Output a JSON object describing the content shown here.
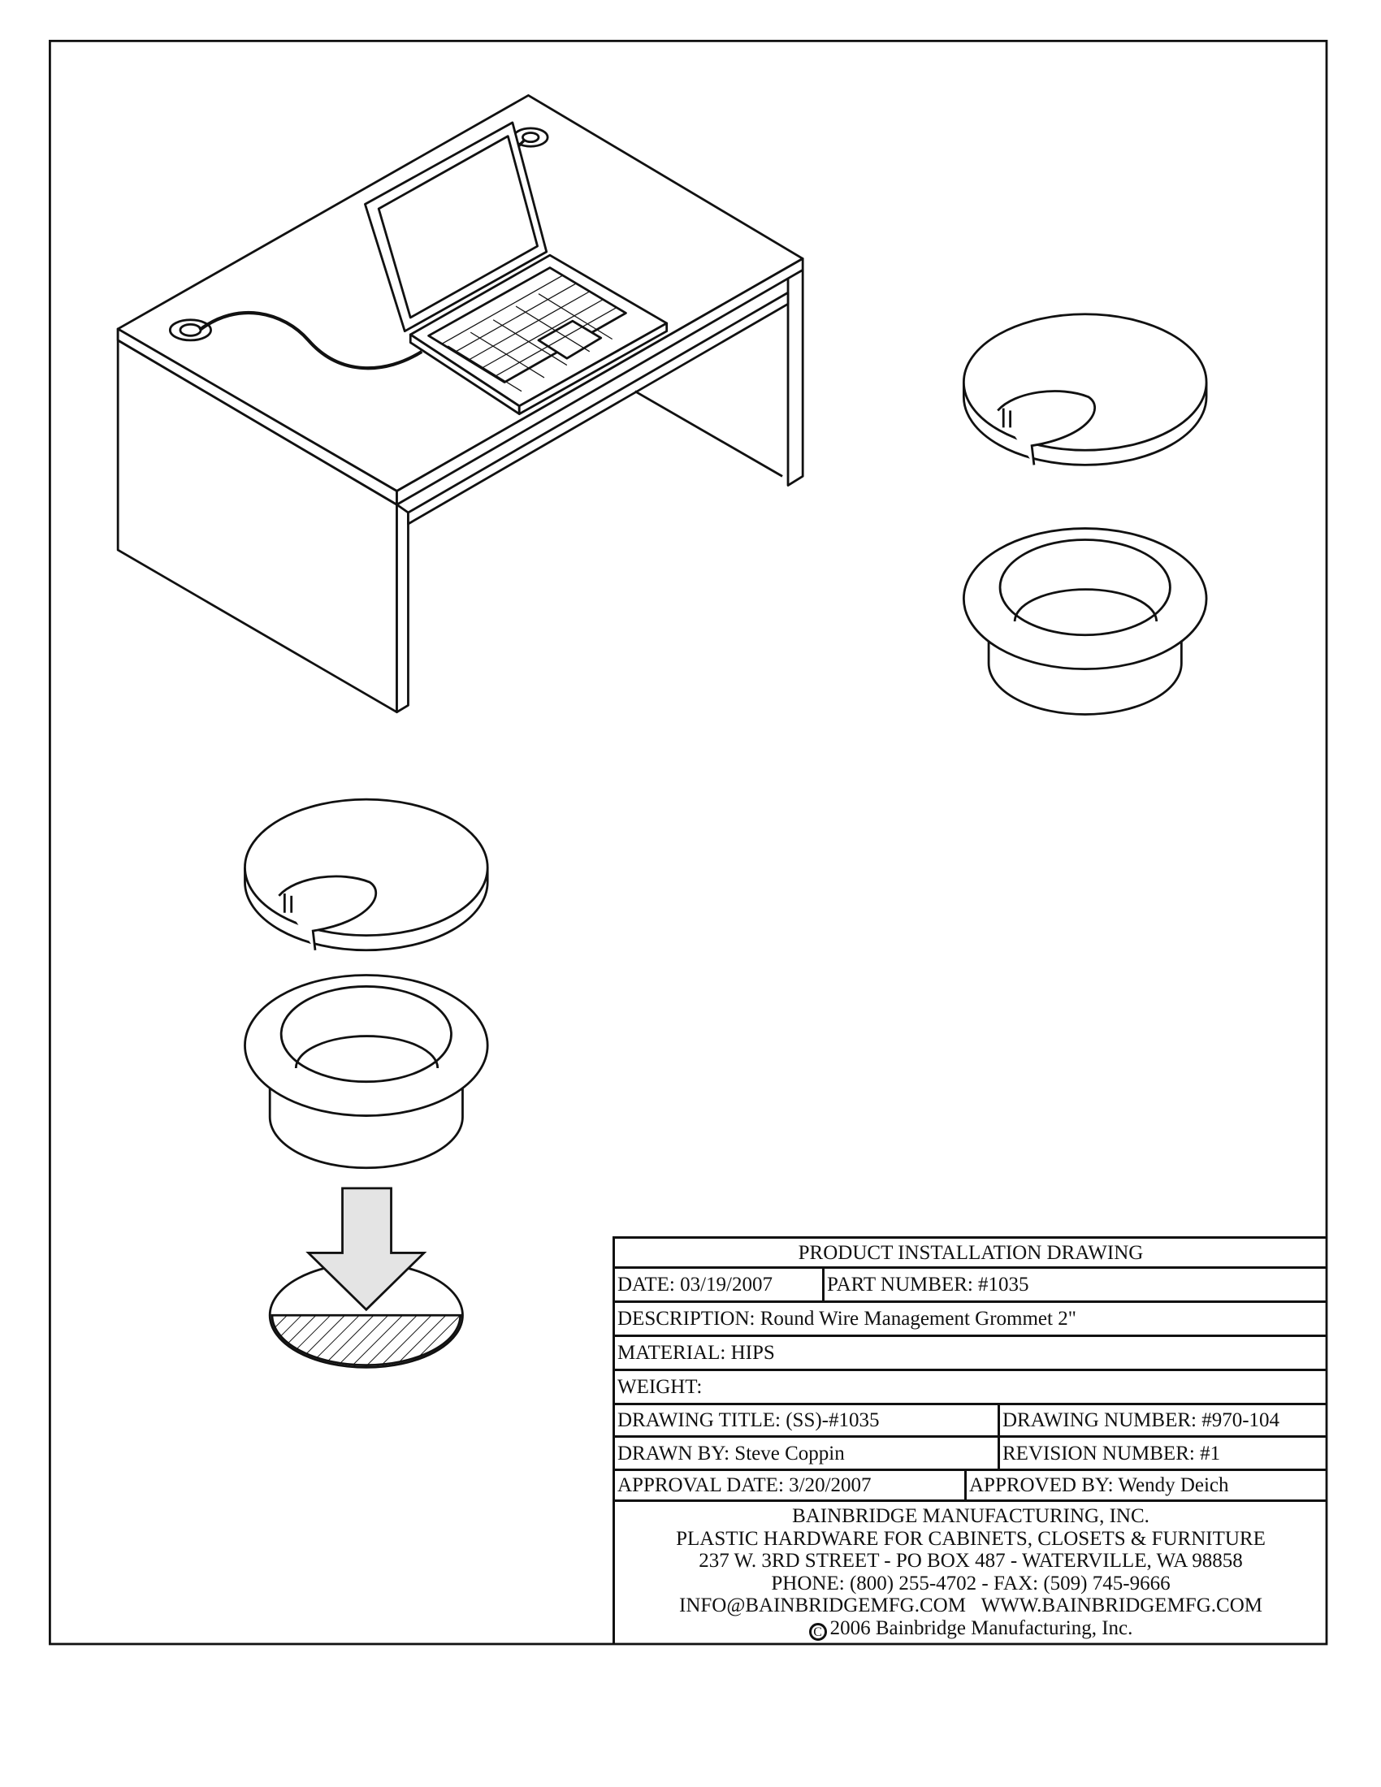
{
  "title_block": {
    "heading": "PRODUCT INSTALLATION DRAWING",
    "date": "DATE: 03/19/2007",
    "part_number": "PART NUMBER: #1035",
    "description": "DESCRIPTION: Round Wire Management Grommet 2\"",
    "material": "MATERIAL: HIPS",
    "weight": "WEIGHT:",
    "drawing_title": "DRAWING TITLE: (SS)-#1035",
    "drawing_number": "DRAWING NUMBER: #970-104",
    "drawn_by": "DRAWN BY: Steve Coppin",
    "revision_number": "REVISION NUMBER: #1",
    "approval_date": "APPROVAL DATE: 3/20/2007",
    "approved_by": "APPROVED BY: Wendy Deich"
  },
  "company": {
    "name": "BAINBRIDGE MANUFACTURING, INC.",
    "tagline": "PLASTIC HARDWARE FOR CABINETS, CLOSETS & FURNITURE",
    "address": "237 W. 3RD STREET - PO BOX 487 - WATERVILLE, WA 98858",
    "phone_fax": "PHONE: (800) 255-4702 - FAX: (509) 745-9666",
    "email": "INFO@BAINBRIDGEMFG.COM",
    "website": "WWW.BAINBRIDGEMFG.COM",
    "copyright_symbol": "C",
    "copyright": "2006 Bainbridge Manufacturing, Inc."
  }
}
